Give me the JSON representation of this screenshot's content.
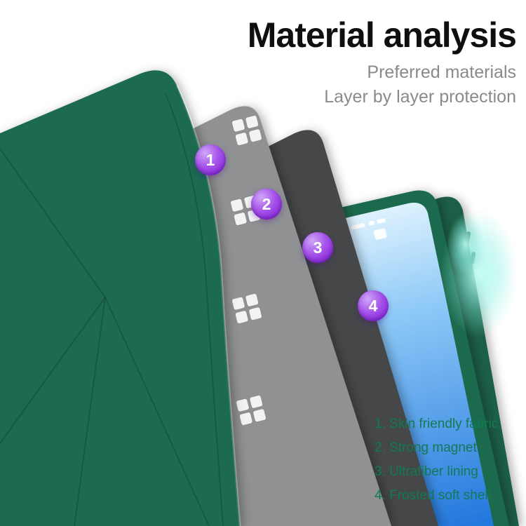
{
  "header": {
    "title": "Material analysis",
    "subtitle1": "Preferred materials",
    "subtitle2": "Layer by layer protection"
  },
  "badges": [
    {
      "number": "1"
    },
    {
      "number": "2"
    },
    {
      "number": "3"
    },
    {
      "number": "4"
    }
  ],
  "legend": {
    "items": [
      "1. Skin friendly fabric",
      "2. Strong magnet",
      "3. Ultrafiber lining",
      "4. Frosted soft shell"
    ]
  },
  "colors": {
    "cover_green": "#1f6b4f",
    "magnet_gray": "#8f9192",
    "magnet_white": "#f2f3f3",
    "lining_dark": "#454748",
    "frame_green": "#1d6a4e",
    "shell_green": "#1b5f46",
    "screen_blue": "#2478dd",
    "badge_purple": "#8a2be2",
    "glow_teal": "#9ef2e4",
    "legend_green": "#117a53",
    "title_black": "#0f0f0f",
    "subtitle_gray": "#8a8a8a"
  }
}
